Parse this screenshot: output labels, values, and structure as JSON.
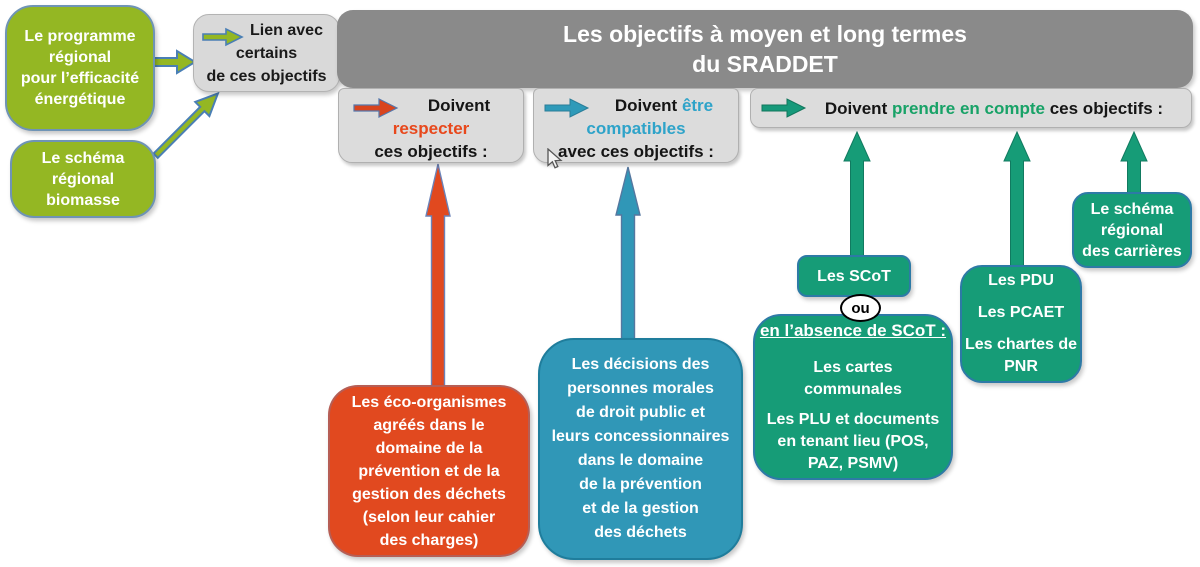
{
  "colors": {
    "green": "#94b723",
    "header_gray": "#8a8a8a",
    "strip_gray": "#dcdcdc",
    "red": "#e1491f",
    "blue": "#3097b7",
    "teal": "#169c77",
    "highlight_red": "#e8481c",
    "highlight_blue": "#2ea3c9",
    "highlight_teal": "#18a267"
  },
  "sources": {
    "program": {
      "lines": [
        "Le programme",
        "régional",
        "pour l’efficacité",
        "énergétique"
      ]
    },
    "biomass": {
      "lines": [
        "Le schéma",
        "régional",
        "biomasse"
      ]
    },
    "link_note": {
      "lines": [
        "Lien avec",
        "certains",
        "de ces objectifs"
      ]
    }
  },
  "header": {
    "line1": "Les objectifs à moyen et long termes",
    "line2": "du SRADDET"
  },
  "strips": {
    "respect": {
      "line1": "Doivent",
      "line2": "respecter",
      "line3": "ces objectifs :"
    },
    "compatible": {
      "line1_black": "Doivent ",
      "line1_colored": "être",
      "line2": "compatibles",
      "line3": "avec ces objectifs :"
    },
    "account": {
      "pre": "Doivent ",
      "highlight": "prendre en compte",
      "post": " ces objectifs :"
    }
  },
  "bottom": {
    "eco": {
      "lines": [
        "Les éco-organismes",
        "agréés dans le",
        "domaine de la",
        "prévention et de la",
        "gestion des déchets",
        "(selon leur cahier",
        "des charges)"
      ]
    },
    "decisions": {
      "lines": [
        "Les décisions des",
        "personnes morales",
        "de droit public et",
        "leurs concessionnaires",
        "dans le domaine",
        "de la prévention",
        "et de la gestion",
        "des déchets"
      ]
    },
    "scot": "Les SCoT",
    "ou": "ou",
    "no_scot": {
      "title": "en l’absence de SCoT :",
      "item1": {
        "lines": [
          "Les cartes",
          "communales"
        ]
      },
      "item2": {
        "lines": [
          "Les PLU et documents",
          "en tenant lieu (POS,",
          "PAZ, PSMV)"
        ]
      }
    },
    "pdu": {
      "item1": "Les PDU",
      "item2": "Les PCAET",
      "item3": "Les chartes de PNR"
    },
    "quarries": {
      "lines": [
        "Le schéma",
        "régional",
        "des carrières"
      ]
    }
  }
}
